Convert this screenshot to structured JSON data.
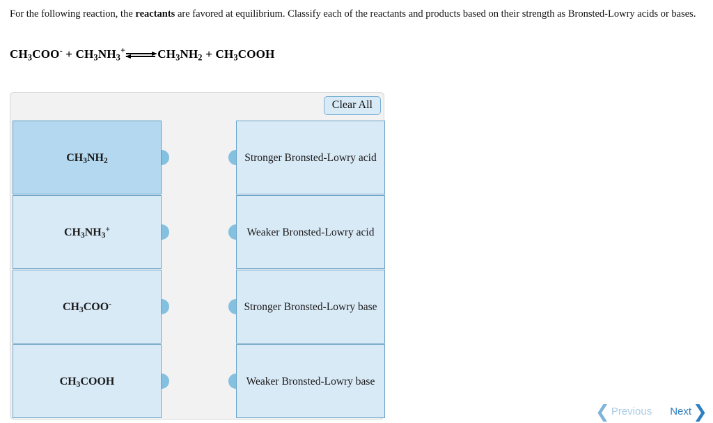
{
  "prompt": {
    "part1": "For the following reaction, the ",
    "emphasis": "reactants",
    "part2": " are favored at equilibrium. Classify each of the reactants and products based on their strength as Bronsted-Lowry acids or bases."
  },
  "equation": {
    "reactant1": {
      "base": "CH",
      "sub1": "3",
      "mid": "COO",
      "charge": "-"
    },
    "plus1": "+",
    "reactant2": {
      "base": "CH",
      "sub1": "3",
      "mid": "NH",
      "sub2": "3",
      "charge": "+"
    },
    "arrow": "equilibrium-double-arrow",
    "product1": {
      "base": "CH",
      "sub1": "3",
      "mid": "NH",
      "sub2": "2"
    },
    "plus2": "+",
    "product2": {
      "base": "CH",
      "sub1": "3",
      "mid": "COOH"
    }
  },
  "widget": {
    "clear_all_label": "Clear All",
    "left_tiles": [
      {
        "id": "ch3nh2",
        "formula_parts": [
          "CH",
          "3",
          "NH",
          "2",
          ""
        ],
        "selected": true
      },
      {
        "id": "ch3nh3p",
        "formula_parts": [
          "CH",
          "3",
          "NH",
          "3",
          "+"
        ],
        "selected": false
      },
      {
        "id": "ch3coo",
        "formula_parts": [
          "CH",
          "3",
          "COO",
          "",
          "-"
        ],
        "selected": false
      },
      {
        "id": "ch3cooh",
        "formula_parts": [
          "CH",
          "3",
          "COOH",
          "",
          ""
        ],
        "selected": false
      }
    ],
    "right_tiles": [
      {
        "id": "stronger-acid",
        "label": "Stronger Bronsted-Lowry acid"
      },
      {
        "id": "weaker-acid",
        "label": "Weaker Bronsted-Lowry acid"
      },
      {
        "id": "stronger-base",
        "label": "Stronger Bronsted-Lowry base"
      },
      {
        "id": "weaker-base",
        "label": "Weaker Bronsted-Lowry base"
      }
    ]
  },
  "pager": {
    "previous_label": "Previous",
    "next_label": "Next",
    "previous_chevron": "❮",
    "next_chevron": "❯"
  },
  "colors": {
    "tile_fill": "#d9eaf7",
    "tile_selected_fill": "#b3d8ef",
    "tile_border": "#6ba3c9",
    "connector": "#84c0e0",
    "widget_bg": "#f2f2f2",
    "next_blue": "#2f7fc1",
    "previous_grey_blue": "#a9cbe4"
  }
}
